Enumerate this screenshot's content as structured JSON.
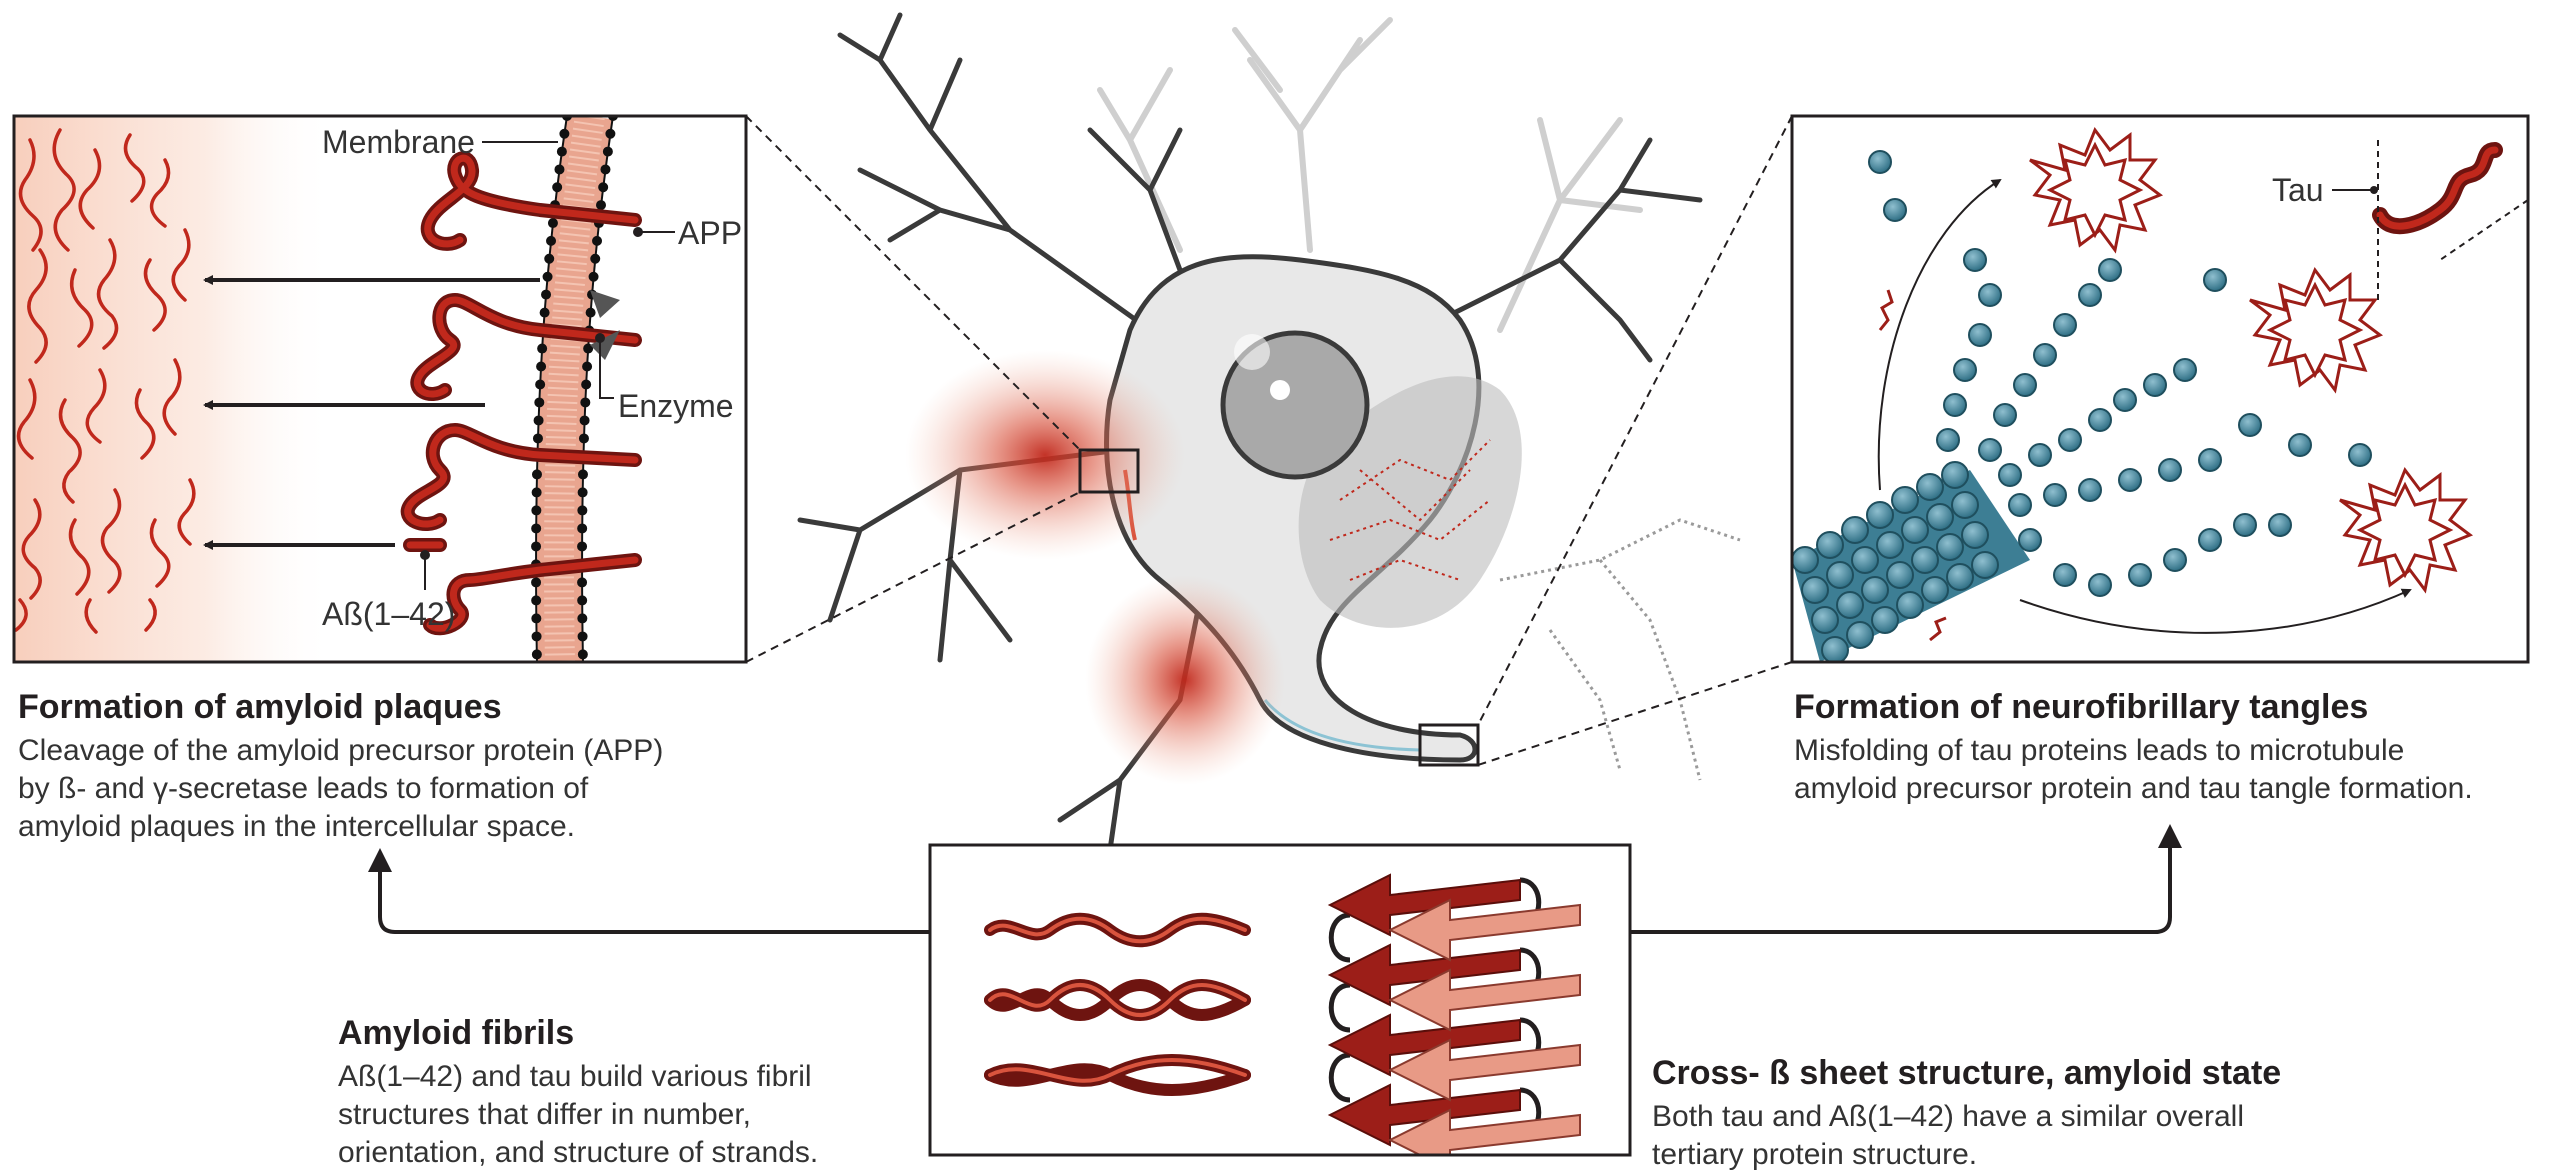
{
  "labels": {
    "membrane": "Membrane",
    "app": "APP",
    "enzyme": "Enzyme",
    "abeta": "Aß(1–42)",
    "tau": "Tau"
  },
  "plaques": {
    "title": "Formation of amyloid plaques",
    "lines": [
      "Cleavage of the amyloid precursor protein (APP)",
      "by ß- and γ-secretase leads to formation of",
      "amyloid plaques in the intercellular space."
    ]
  },
  "tangles": {
    "title": "Formation of neurofibrillary tangles",
    "lines": [
      "Misfolding of tau proteins leads to microtubule",
      "amyloid precursor protein and tau tangle formation."
    ]
  },
  "fibrils": {
    "title": "Amyloid fibrils",
    "lines": [
      "Aß(1–42) and tau build various fibril",
      "structures that differ in number,",
      "orientation, and structure of strands."
    ]
  },
  "crossbeta": {
    "title": "Cross- ß sheet structure, amyloid state",
    "lines": [
      "Both tau and Aß(1–42) have a similar overall",
      "tertiary protein structure."
    ]
  }
}
